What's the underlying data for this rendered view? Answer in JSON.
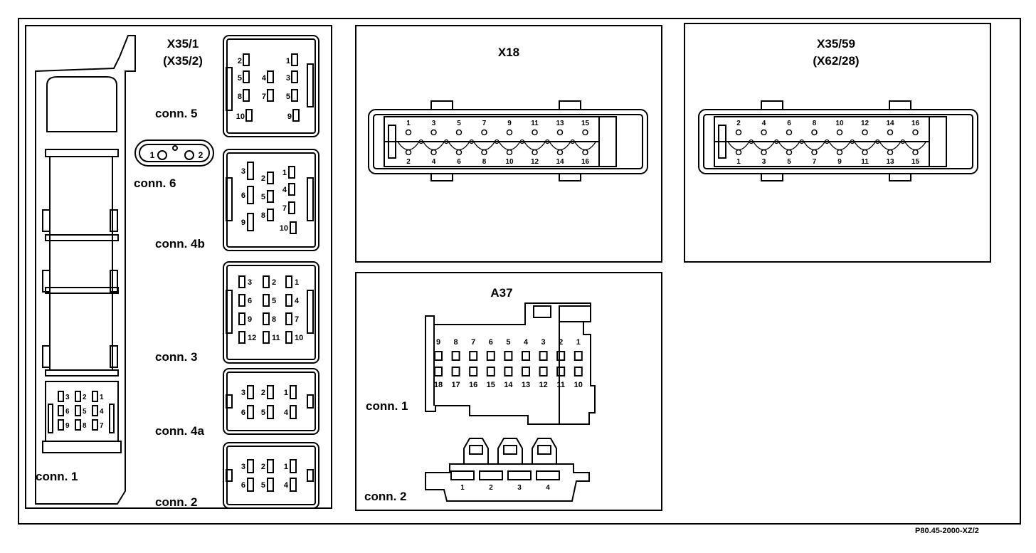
{
  "figure_id": "P80.45-2000-XZ/2",
  "left_panel": {
    "title_line1": "X35/1",
    "title_line2": "(X35/2)",
    "connectors": {
      "conn5": {
        "label": "conn. 5",
        "pins": [
          "2",
          "1",
          "5",
          "4",
          "3",
          "8",
          "7",
          "5",
          "10",
          "9"
        ]
      },
      "conn6": {
        "label": "conn. 6",
        "pins": [
          "1",
          "2"
        ]
      },
      "conn4b": {
        "label": "conn. 4b",
        "pins": [
          "3",
          "2",
          "1",
          "6",
          "5",
          "4",
          "7",
          "9",
          "8",
          "10"
        ]
      },
      "conn3": {
        "label": "conn. 3",
        "pins": [
          "3",
          "2",
          "1",
          "6",
          "5",
          "4",
          "9",
          "8",
          "7",
          "12",
          "11",
          "10"
        ]
      },
      "conn4a": {
        "label": "conn. 4a",
        "pins": [
          "3",
          "2",
          "1",
          "6",
          "5",
          "4"
        ]
      },
      "conn2": {
        "label": "conn. 2",
        "pins": [
          "3",
          "2",
          "1",
          "6",
          "5",
          "4"
        ]
      },
      "conn1": {
        "label": "conn. 1",
        "pins": [
          "3",
          "2",
          "1",
          "6",
          "5",
          "4",
          "9",
          "8",
          "7"
        ]
      }
    }
  },
  "x18": {
    "title": "X18",
    "top_pins": [
      "1",
      "3",
      "5",
      "7",
      "9",
      "11",
      "13",
      "15"
    ],
    "bottom_pins": [
      "2",
      "4",
      "6",
      "8",
      "10",
      "12",
      "14",
      "16"
    ]
  },
  "x3559": {
    "title_line1": "X35/59",
    "title_line2": "(X62/28)",
    "top_pins": [
      "2",
      "4",
      "6",
      "8",
      "10",
      "12",
      "14",
      "16"
    ],
    "bottom_pins": [
      "1",
      "3",
      "5",
      "7",
      "9",
      "11",
      "13",
      "15"
    ]
  },
  "a37": {
    "title": "A37",
    "conn1": {
      "label": "conn. 1",
      "top_pins": [
        "9",
        "8",
        "7",
        "6",
        "5",
        "4",
        "3",
        "2",
        "1"
      ],
      "bottom_pins": [
        "18",
        "17",
        "16",
        "15",
        "14",
        "13",
        "12",
        "11",
        "10"
      ]
    },
    "conn2": {
      "label": "conn. 2",
      "pins": [
        "1",
        "2",
        "3",
        "4"
      ]
    }
  }
}
